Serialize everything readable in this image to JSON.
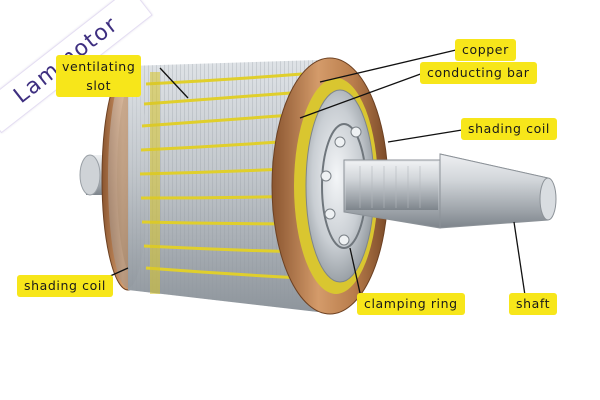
{
  "brand": {
    "text": "Lammotor",
    "color": "#3e2f80"
  },
  "labels": {
    "ventilating_slot": "ventilating\nslot",
    "copper": "copper",
    "conducting_bar": "conducting bar",
    "shading_coil_right": "shading coil",
    "shading_coil_left": "shading coil",
    "clamping_ring": "clamping ring",
    "shaft": "shaft"
  },
  "colors": {
    "label_bg": "#f7e61a",
    "copper_ring": "#b87a4a",
    "lamination": "#b9bec4",
    "conducting_bar": "#e0cf2c",
    "shaft": "#c4c8cc",
    "leader_line": "#111111"
  }
}
